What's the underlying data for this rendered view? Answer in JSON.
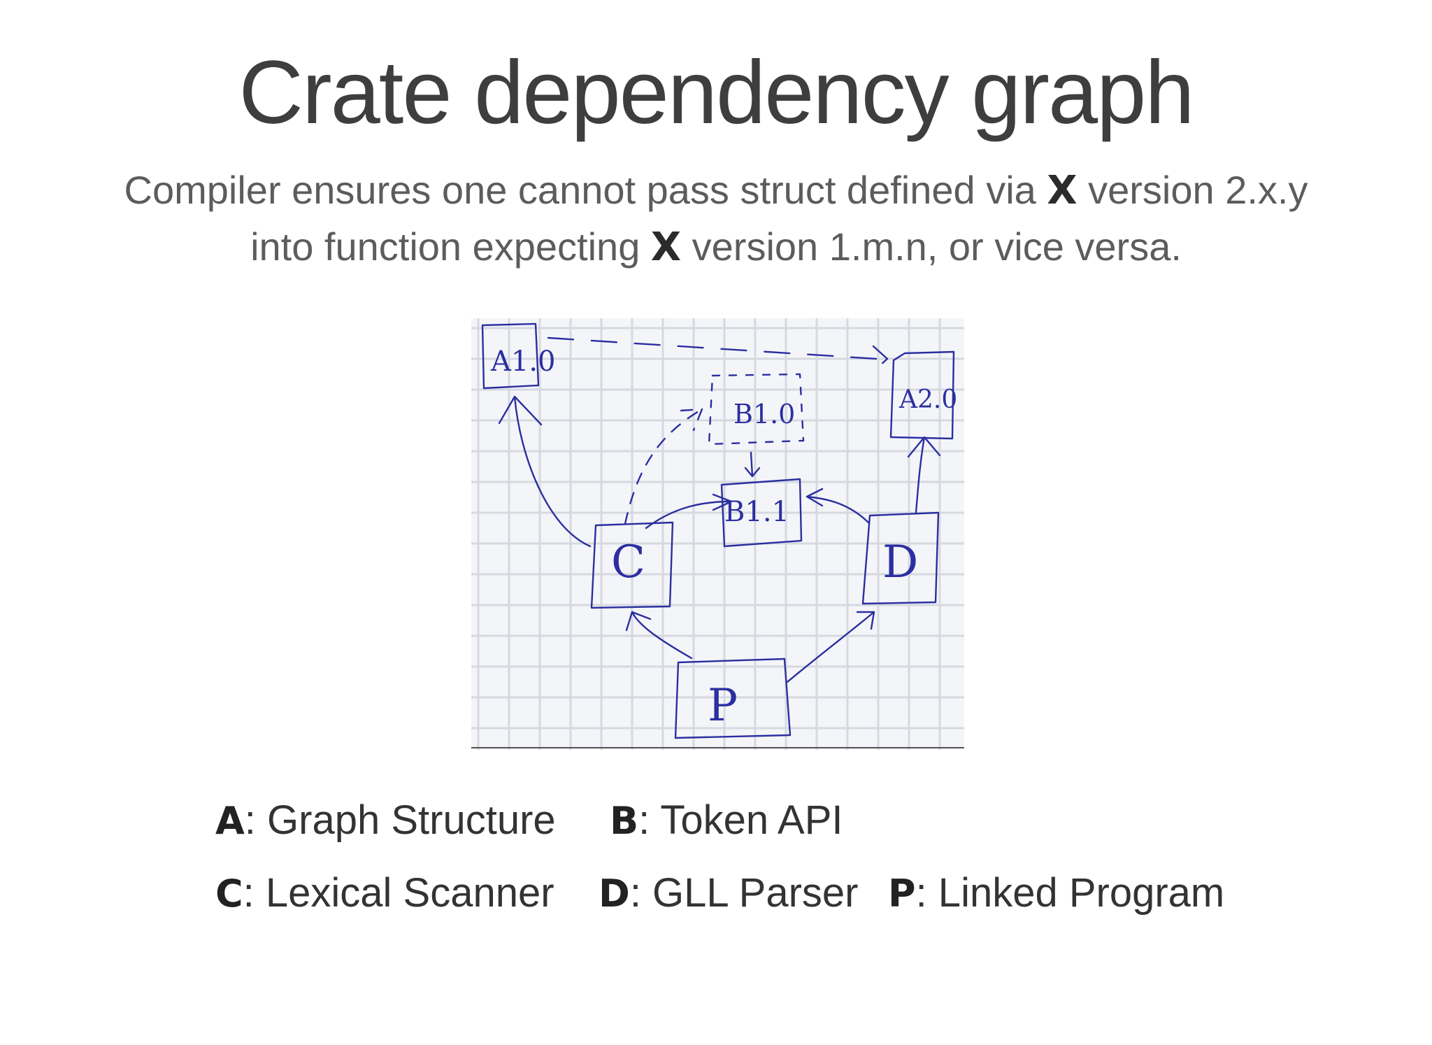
{
  "slide": {
    "title": "Crate dependency graph",
    "subtitle": {
      "line1_pre": "Compiler ensures one cannot pass struct defined via ",
      "var1": "X",
      "line1_post": " version 2.x.y",
      "line2_pre": "into function expecting ",
      "var2": "X",
      "line2_post": " version 1.m.n, or vice versa."
    }
  },
  "diagram": {
    "ink_color": "#2b2fa0",
    "grid_color": "#d6d9e0",
    "nodes": {
      "a10": "A1.0",
      "a20": "A2.0",
      "b10": "B1.0",
      "b11": "B1.1",
      "c": "C",
      "d": "D",
      "p": "P"
    }
  },
  "legend": [
    {
      "key": "A",
      "label": ": Graph Structure"
    },
    {
      "key": "B",
      "label": ": Token API"
    },
    {
      "key": "C",
      "label": ": Lexical Scanner"
    },
    {
      "key": "D",
      "label": ": GLL Parser"
    },
    {
      "key": "P",
      "label": ": Linked Program"
    }
  ]
}
